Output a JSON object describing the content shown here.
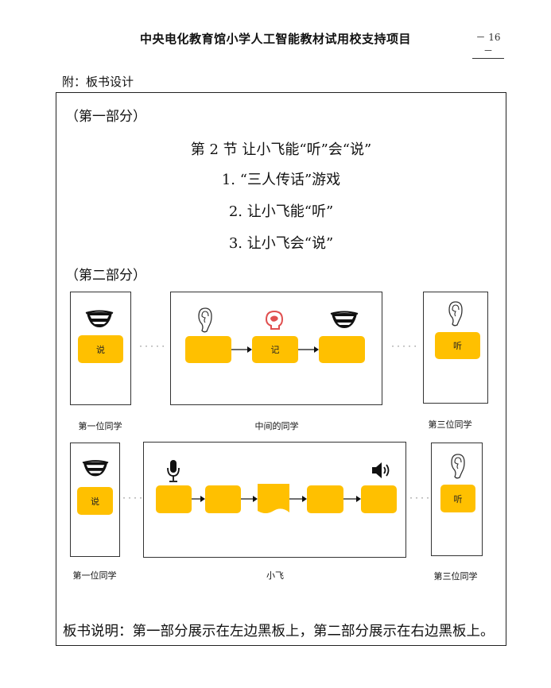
{
  "header": {
    "title": "中央电化教育馆小学人工智能教材试用校支持项目",
    "page_number": "－ 16 －"
  },
  "appendix_label": "附：板书设计",
  "part1": {
    "label": "（第一部分）",
    "lines": [
      "第 2 节  让小飞能“听”会“说”",
      "1. “三人传话”游戏",
      "2. 让小飞能“听”",
      "3. 让小飞会“说”"
    ]
  },
  "part2": {
    "label": "（第二部分）",
    "row1": {
      "left_box": "说",
      "middle_boxes": [
        "",
        "记",
        ""
      ],
      "right_box": "听",
      "captions": [
        "第一位同学",
        "中间的同学",
        "第三位同学"
      ],
      "connector": "·····"
    },
    "row2": {
      "left_box": "说",
      "middle_boxes": [
        "",
        "",
        "",
        "",
        ""
      ],
      "right_box": "听",
      "captions": [
        "第一位同学",
        "小飞",
        "第三位同学"
      ],
      "connector": "·····"
    }
  },
  "note": "板书说明：第一部分展示在左边黑板上，第二部分展示在右边黑板上。",
  "colors": {
    "box_fill": "#ffc000",
    "brain_icon": "#e05050",
    "border": "#222222"
  },
  "icons": [
    "mouth-icon",
    "ear-icon",
    "brain-icon",
    "microphone-icon",
    "speaker-icon",
    "arrow-icon"
  ]
}
